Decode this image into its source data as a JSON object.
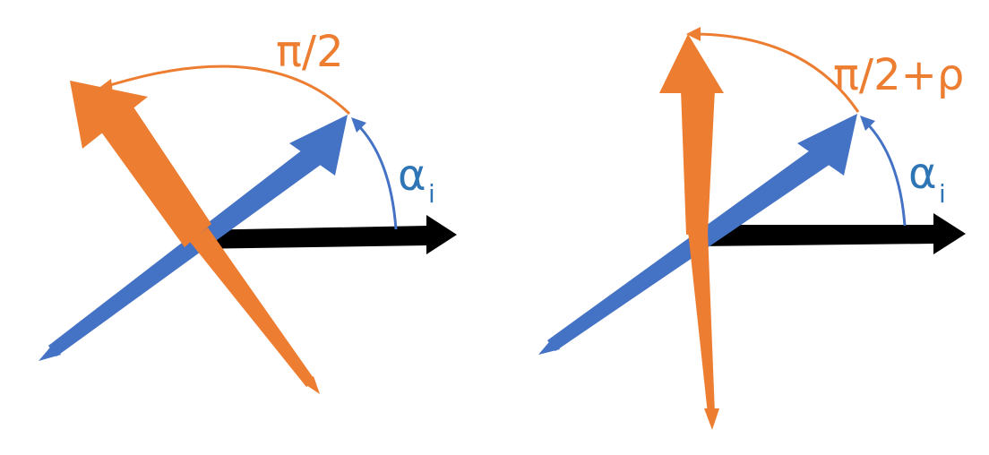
{
  "colors": {
    "blue": "#4472C4",
    "blue_text": "#2E75B6",
    "orange": "#ED7D31",
    "black": "#000000"
  },
  "left_panel": {
    "angle_label": "π/2",
    "alpha_symbol": "α",
    "alpha_subscript": "i"
  },
  "right_panel": {
    "angle_label": "π/2+ρ",
    "alpha_symbol": "α",
    "alpha_subscript": "i"
  }
}
